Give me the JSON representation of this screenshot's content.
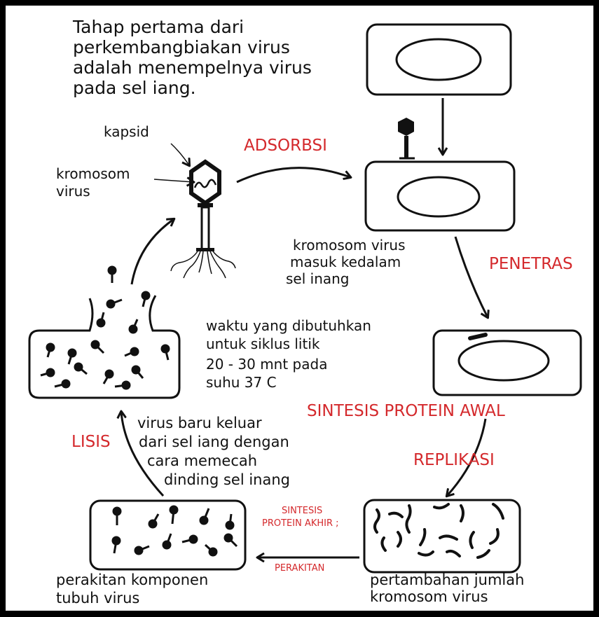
{
  "intro": {
    "line1": "Tahap pertama dari",
    "line2": "perkembangbiakan virus",
    "line3": "adalah menempelnya virus",
    "line4": "pada sel iang."
  },
  "labels": {
    "kapsid": "kapsid",
    "kromosom_virus_1": "kromosom",
    "kromosom_virus_2": "virus",
    "masuk_1": "kromosom virus",
    "masuk_2": "masuk kedalam",
    "masuk_3": "sel inang",
    "waktu_1": "waktu yang dibutuhkan",
    "waktu_2": "untuk siklus litik",
    "waktu_3": "20 - 30 mnt pada",
    "waktu_4": "suhu 37 C",
    "keluar_1": "virus baru keluar",
    "keluar_2": "dari sel iang dengan",
    "keluar_3": "cara memecah",
    "keluar_4": "dinding sel inang",
    "perakitan_1": "perakitan komponen",
    "perakitan_2": "tubuh virus",
    "pertambahan_1": "pertambahan jumlah",
    "pertambahan_2": "kromosom virus"
  },
  "stages": {
    "adsorbsi": "ADSORBSI",
    "penetras": "PENETRAS",
    "sintesis_awal": "SINTESIS PROTEIN AWAL",
    "replikasi": "REPLIKASI",
    "sintesis_akhir_1": "SINTESIS",
    "sintesis_akhir_2": "PROTEIN AKHIR ;",
    "perakitan": "PERAKITAN",
    "lisis": "LISIS"
  },
  "colors": {
    "stage_text": "#d4292c",
    "ink": "#111111"
  }
}
